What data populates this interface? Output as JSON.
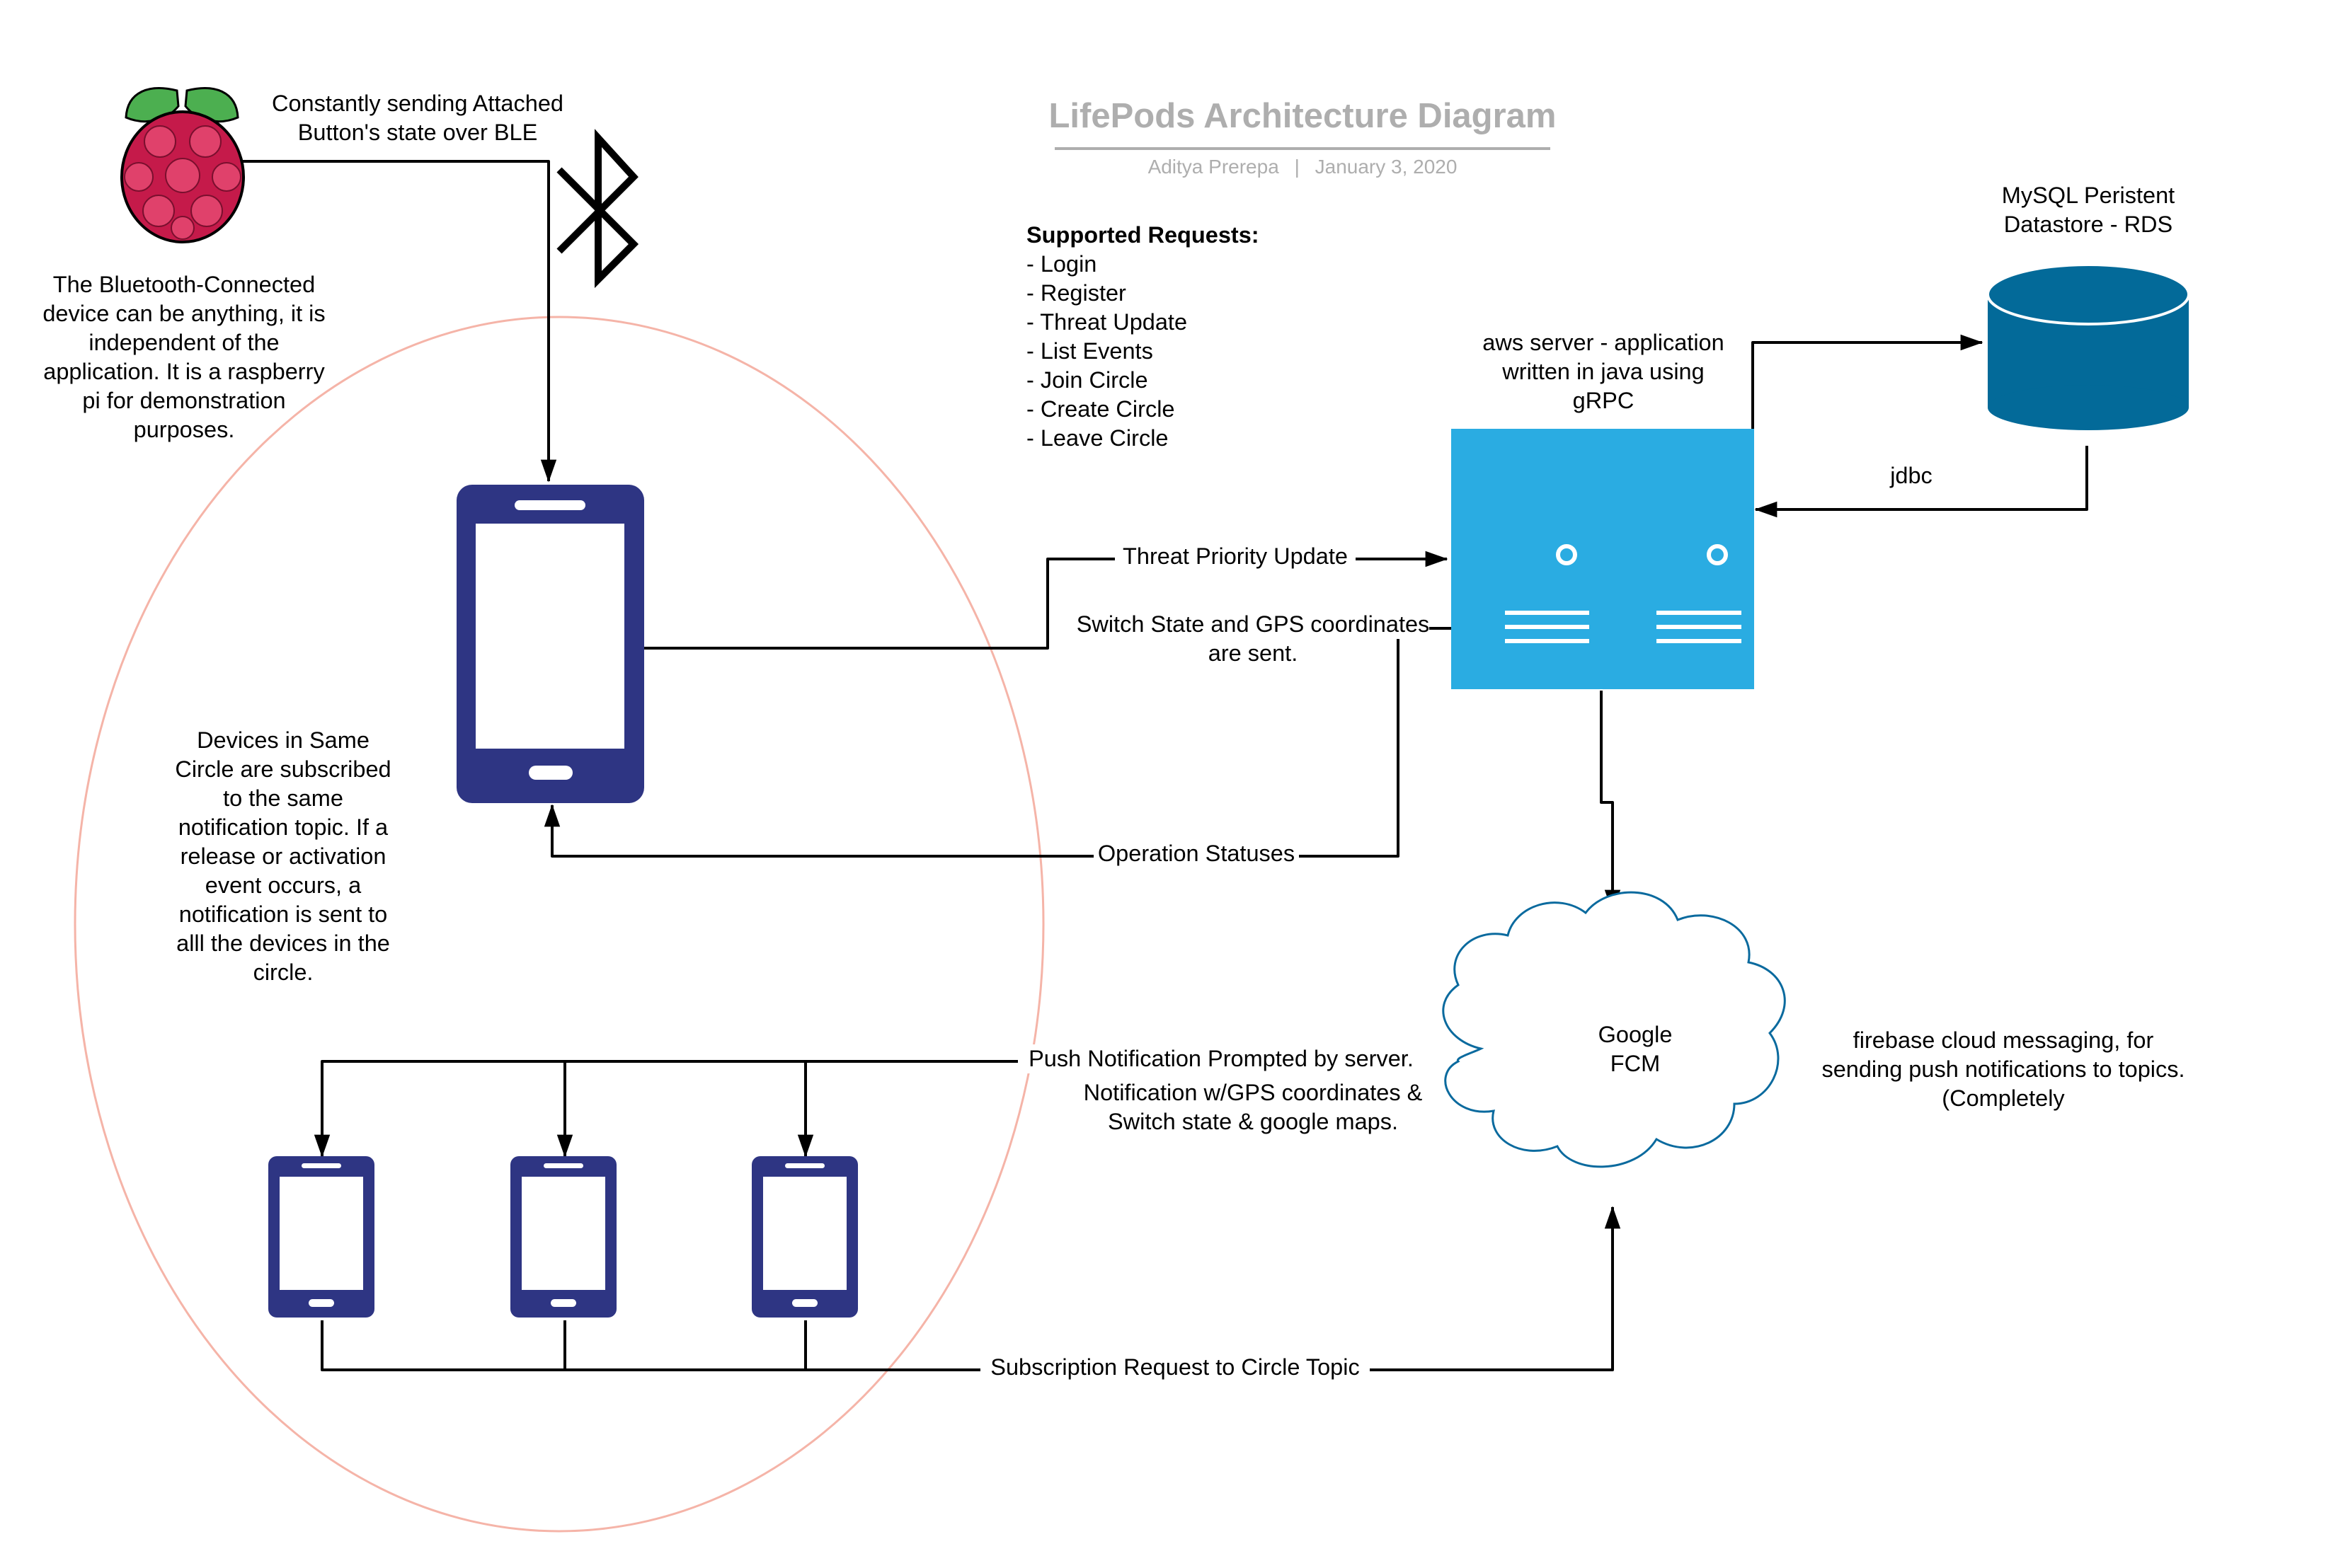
{
  "diagram": {
    "title": "LifePods Architecture Diagram",
    "author": "Aditya Prerepa",
    "separator": "|",
    "date": "January 3, 2020",
    "colors": {
      "phone": "#2e3583",
      "server": "#2aace2",
      "database": "#036a99",
      "ellipse": "#f5b4a8",
      "cloud_stroke": "#0a6a9e",
      "raspberry": "#c51a4a",
      "leaf": "#4caf50",
      "title": "#aeaeae"
    },
    "labels": {
      "ble_note": [
        "Constantly sending Attached",
        "Button's state over BLE"
      ],
      "bluetooth_note": [
        "The Bluetooth-Connected",
        "device can be anything, it is",
        "independent of the",
        "application. It is a raspberry",
        "pi for demonstration",
        "purposes."
      ],
      "requests_title": "Supported Requests:",
      "requests": [
        "- Login",
        "- Register",
        "- Threat Update",
        "- List Events",
        "- Join Circle",
        "- Create Circle",
        "- Leave Circle"
      ],
      "server_note": [
        "aws server - application",
        "written in java using",
        "gRPC"
      ],
      "mysql_note": [
        "MySQL Peristent",
        "Datastore - RDS"
      ],
      "jdbc": "jdbc",
      "threat_priority": "Threat Priority Update",
      "switch_state": [
        "Switch State and GPS coordinates",
        "are sent."
      ],
      "operation_statuses": "Operation Statuses",
      "circle_note": [
        "Devices in Same",
        "Circle are subscribed",
        "to the same",
        "notification topic. If a",
        "release or activation",
        "event occurs, a",
        "notification is sent to",
        "alll the devices in the",
        "circle."
      ],
      "fcm": [
        "Google",
        "FCM"
      ],
      "fcm_note": [
        "firebase cloud messaging, for",
        "sending push notifications to topics.",
        "(Completely"
      ],
      "push_prompted": "Push Notification Prompted by server.",
      "notification_gps": [
        "Notification w/GPS coordinates &",
        "Switch state & google maps."
      ],
      "subscription": "Subscription Request to Circle Topic"
    }
  }
}
